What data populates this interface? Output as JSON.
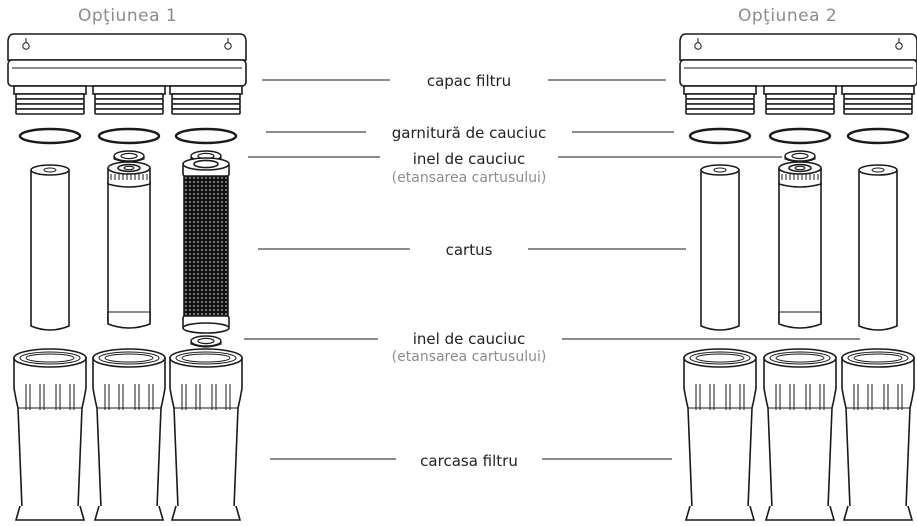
{
  "options": {
    "option1": "Opţiunea 1",
    "option2": "Opţiunea 2"
  },
  "labels": {
    "cap": "capac filtru",
    "gasket": "garnitură de cauciuc",
    "ring_top": "inel de cauciuc",
    "ring_top_note": "(etansarea cartusului)",
    "cartridge": "cartus",
    "ring_bottom": "inel de cauciuc",
    "ring_bottom_note": "(etansarea cartusului)",
    "housing": "carcasa filtru"
  },
  "colors": {
    "stroke": "#1a1a1a",
    "label": "#222222",
    "muted": "#8c8c8c"
  }
}
